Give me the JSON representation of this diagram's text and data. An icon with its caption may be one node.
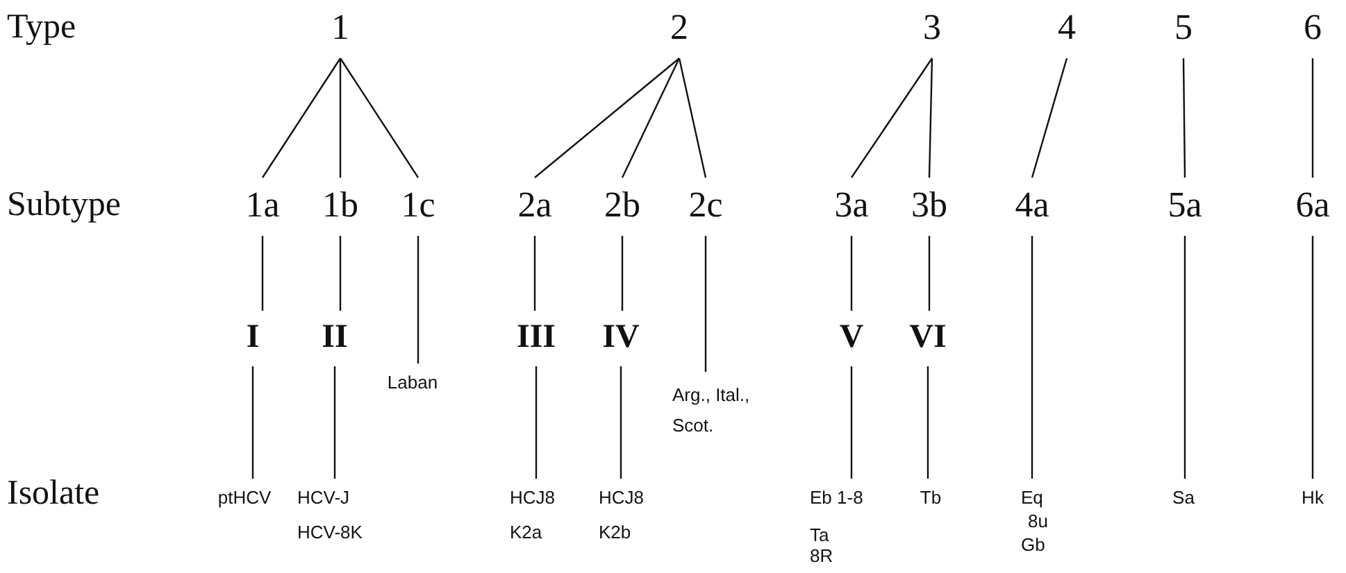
{
  "diagram": {
    "nodes": [
      {
        "text": [
          "1"
        ]
      },
      {
        "text": [
          "2"
        ]
      },
      {
        "text": [
          "3"
        ]
      },
      {
        "text": [
          "4"
        ]
      },
      {
        "text": [
          "5"
        ]
      },
      {
        "text": [
          "6"
        ]
      },
      {
        "text": [
          "1a"
        ]
      },
      {
        "text": [
          "1b"
        ]
      },
      {
        "text": [
          "1c"
        ]
      },
      {
        "text": [
          "2a"
        ]
      },
      {
        "text": [
          "2b"
        ]
      },
      {
        "text": [
          "2c"
        ]
      },
      {
        "text": [
          "3a"
        ]
      },
      {
        "text": [
          "3b"
        ]
      },
      {
        "text": [
          "4a"
        ]
      },
      {
        "text": [
          "5a"
        ]
      },
      {
        "text": [
          "6a"
        ]
      },
      {
        "text": [
          "I"
        ]
      },
      {
        "text": [
          "II"
        ]
      },
      {
        "text": [
          "III"
        ]
      },
      {
        "text": [
          "IV"
        ]
      },
      {
        "text": [
          "V"
        ]
      },
      {
        "text": [
          "VI"
        ]
      },
      {
        "text": [
          "Laban"
        ]
      },
      {
        "text": [
          "Arg., Ital., Scot."
        ]
      },
      {
        "text": [
          "ptHCV"
        ]
      },
      {
        "text": [
          "HCV-J",
          "HCV-8K"
        ]
      },
      {
        "text": [
          "HCJ8",
          "K2a"
        ]
      },
      {
        "text": [
          "HCJ8",
          "K2b"
        ]
      },
      {
        "text": [
          "Eb 1-8",
          "Ta",
          "8R"
        ]
      },
      {
        "text": [
          "Tb"
        ]
      },
      {
        "text": [
          "Eq",
          "8u",
          "Gb"
        ]
      },
      {
        "text": [
          "Sa"
        ]
      },
      {
        "text": [
          "Hk"
        ]
      }
    ],
    "edges": [
      {
        "from": 0,
        "to": 6,
        "arrow": "none"
      },
      {
        "from": 0,
        "to": 7,
        "arrow": "none"
      },
      {
        "from": 0,
        "to": 8,
        "arrow": "none"
      },
      {
        "from": 1,
        "to": 9,
        "arrow": "none"
      },
      {
        "from": 1,
        "to": 10,
        "arrow": "none"
      },
      {
        "from": 1,
        "to": 11,
        "arrow": "none"
      },
      {
        "from": 2,
        "to": 12,
        "arrow": "none"
      },
      {
        "from": 2,
        "to": 13,
        "arrow": "none"
      },
      {
        "from": 3,
        "to": 14,
        "arrow": "none"
      },
      {
        "from": 4,
        "to": 15,
        "arrow": "none"
      },
      {
        "from": 5,
        "to": 16,
        "arrow": "none"
      },
      {
        "from": 6,
        "to": 17,
        "arrow": "none"
      },
      {
        "from": 7,
        "to": 18,
        "arrow": "none"
      },
      {
        "from": 8,
        "to": 23,
        "arrow": "none"
      },
      {
        "from": 9,
        "to": 19,
        "arrow": "none"
      },
      {
        "from": 10,
        "to": 20,
        "arrow": "none"
      },
      {
        "from": 11,
        "to": 24,
        "arrow": "none"
      },
      {
        "from": 12,
        "to": 21,
        "arrow": "none"
      },
      {
        "from": 13,
        "to": 22,
        "arrow": "none"
      },
      {
        "from": 17,
        "to": 25,
        "arrow": "none"
      },
      {
        "from": 18,
        "to": 26,
        "arrow": "none"
      },
      {
        "from": 19,
        "to": 27,
        "arrow": "none"
      },
      {
        "from": 20,
        "to": 28,
        "arrow": "none"
      },
      {
        "from": 21,
        "to": 29,
        "arrow": "none"
      },
      {
        "from": 22,
        "to": 30,
        "arrow": "none"
      },
      {
        "from": 14,
        "to": 31,
        "arrow": "none"
      },
      {
        "from": 15,
        "to": 32,
        "arrow": "none"
      },
      {
        "from": 16,
        "to": 33,
        "arrow": "none"
      }
    ],
    "labels": [
      "Type",
      "Subtype",
      "Isolate"
    ]
  }
}
